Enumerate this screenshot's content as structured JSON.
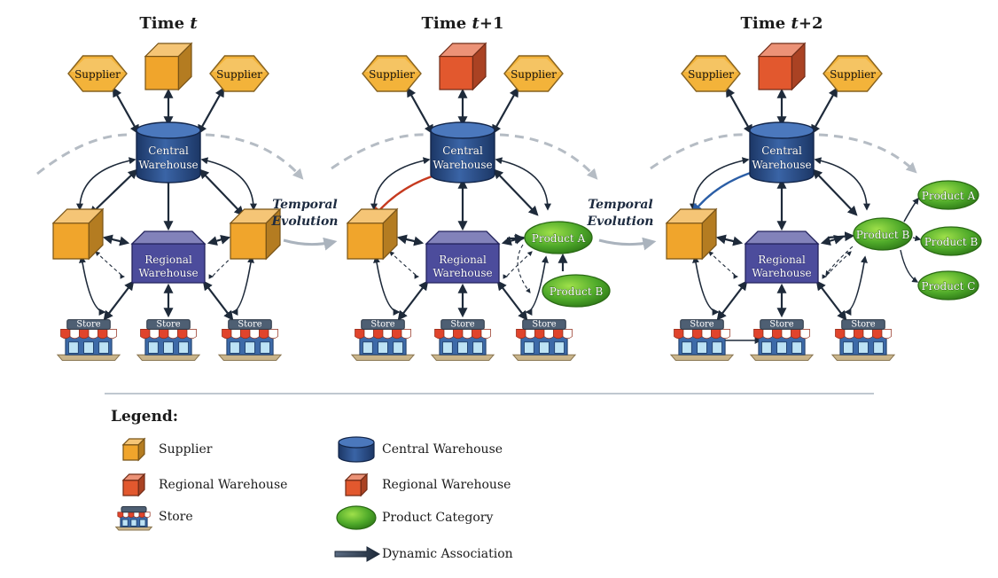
{
  "titles": [
    {
      "prefix": "Time ",
      "var": "t",
      "suffix": ""
    },
    {
      "prefix": "Time ",
      "var": "t",
      "suffix": "+1"
    },
    {
      "prefix": "Time ",
      "var": "t",
      "suffix": "+2"
    }
  ],
  "evolution_label": [
    "Temporal",
    "Evolution"
  ],
  "node_labels": {
    "supplier": "Supplier",
    "central": [
      "Central",
      "Warehouse"
    ],
    "regional": [
      "Regional",
      "Warehouse"
    ],
    "store": "Store",
    "product_a": "Product A",
    "product_b": "Product B",
    "product_c": "Product C"
  },
  "legend": {
    "title": "Legend:",
    "items": [
      {
        "icon": "supplier-cube",
        "label": "Supplier"
      },
      {
        "icon": "regional-cube",
        "label": "Regional Warehouse"
      },
      {
        "icon": "store-icon",
        "label": "Store"
      },
      {
        "icon": "central-cylinder",
        "label": "Central Warehouse"
      },
      {
        "icon": "regional-cube",
        "label": "Regional Warehouse"
      },
      {
        "icon": "product-ellipse",
        "label": "Product Category"
      },
      {
        "icon": "association-arrow",
        "label": "Dynamic Association"
      }
    ]
  },
  "colors": {
    "supplier": "#f3b33a",
    "cube_orange": "#f0a52c",
    "regional_red": "#e2582e",
    "central": "#27497f",
    "regional_purple": "#4c4c9c",
    "product": "#4faa2a",
    "store_awning": "#e0442c",
    "arrow": "#1e2a3a",
    "dashed": "#b5bcc4",
    "accent_red": "#c63a1f",
    "accent_blue": "#2b5ea6"
  }
}
